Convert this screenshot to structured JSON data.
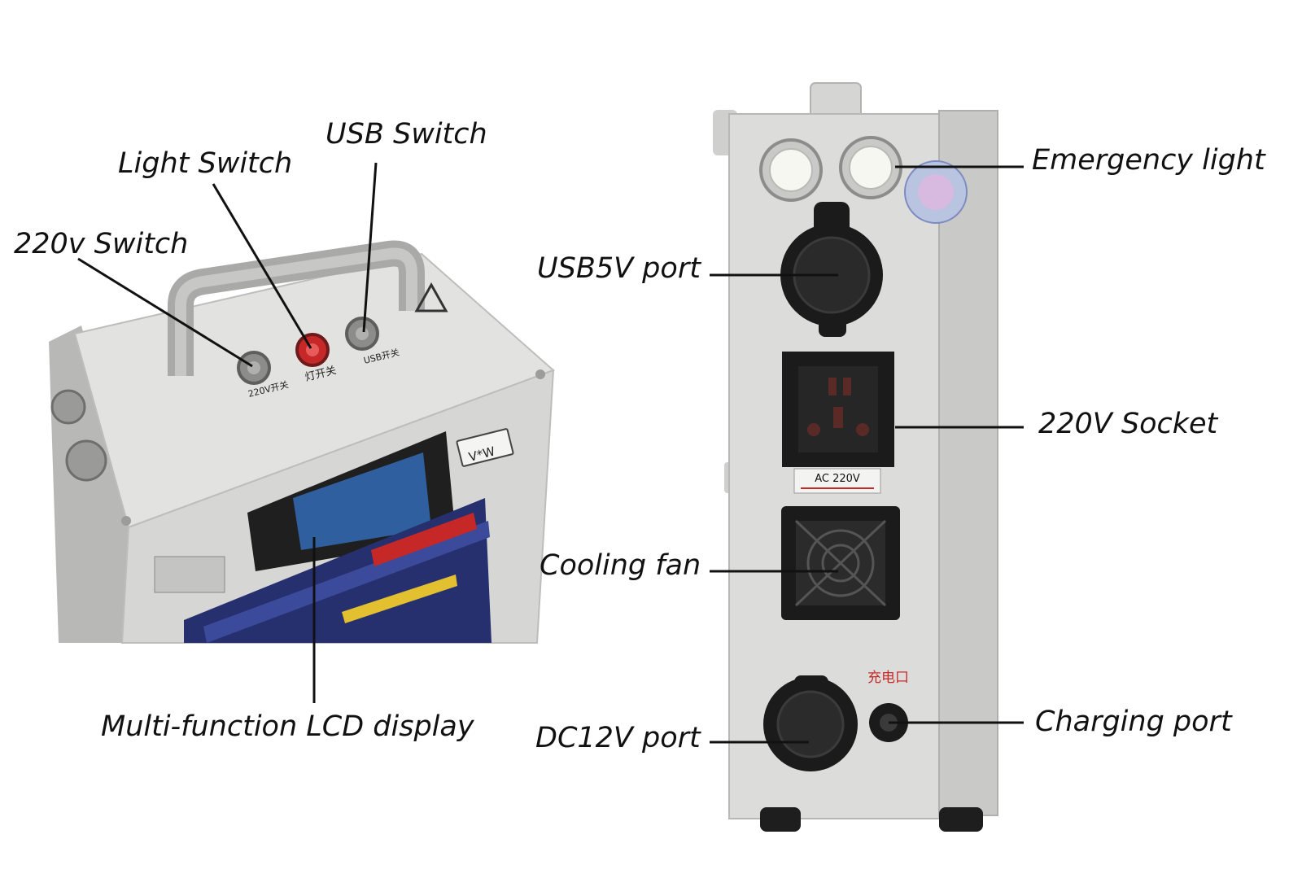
{
  "callouts": {
    "usb_switch": "USB Switch",
    "light_switch": "Light Switch",
    "switch_220v": "220v Switch",
    "lcd_display": "Multi-function LCD display",
    "emergency_light": "Emergency light",
    "usb5v_port": "USB5V port",
    "socket_220v": "220V Socket",
    "cooling_fan": "Cooling fan",
    "dc12v_port": "DC12V port",
    "charging_port": "Charging port"
  },
  "panel_labels": {
    "ac_220v": "AC 220V",
    "switch_220v_cn": "220V开关",
    "light_switch_cn": "灯开关",
    "usb_switch_cn": "USB开关",
    "charge_port_cn": "充电口",
    "meter_badge": "V*W"
  },
  "colors": {
    "background": "#ffffff",
    "housing": "#d9dad8",
    "housing_side": "#c9cac8",
    "dark_part": "#1b1b1b",
    "leader_line": "#111111",
    "accent_red": "#c62828",
    "label_blue": "#27306e"
  }
}
